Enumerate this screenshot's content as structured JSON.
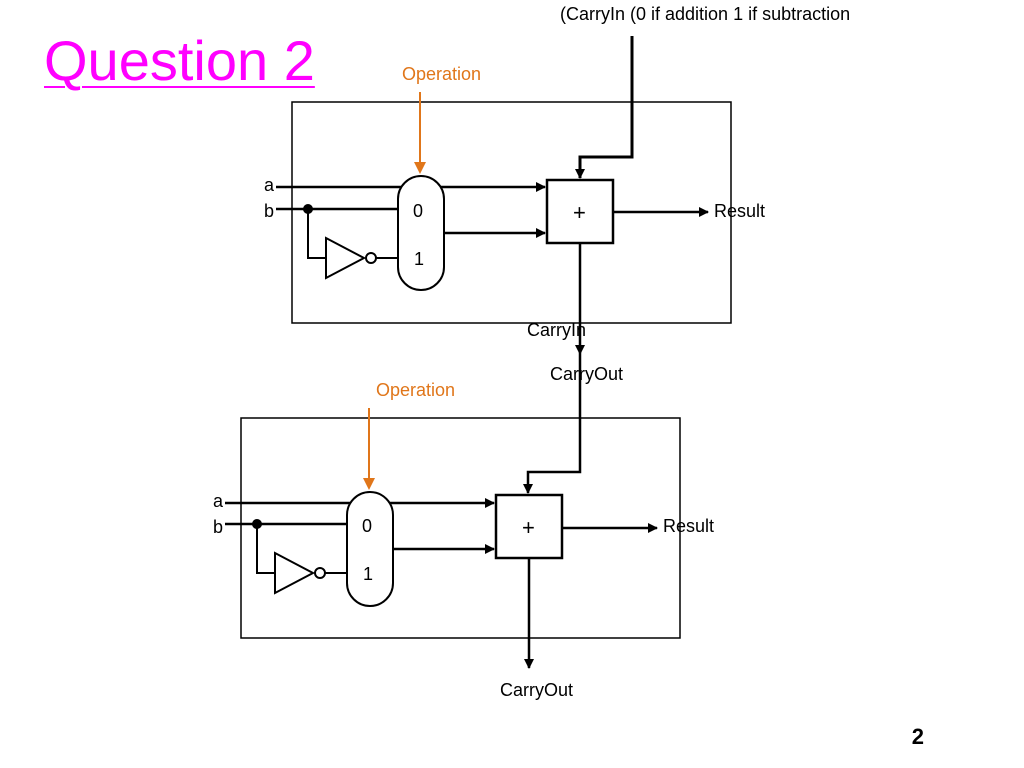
{
  "slide": {
    "title": "Question 2",
    "page_number": "2",
    "carry_in_note": "(CarryIn (0 if addition 1 if subtraction"
  },
  "colors": {
    "title": "#ff00ff",
    "operation": "#e0761a",
    "lines": "#000000"
  },
  "top_alu": {
    "operation_label": "Operation",
    "input_a": "a",
    "input_b": "b",
    "mux_in0": "0",
    "mux_in1": "1",
    "adder_symbol": "+",
    "result_label": "Result",
    "carry_in_label": "CarryIn"
  },
  "bottom_alu": {
    "operation_label": "Operation",
    "input_a": "a",
    "input_b": "b",
    "mux_in0": "0",
    "mux_in1": "1",
    "adder_symbol": "+",
    "result_label": "Result",
    "carry_in_label": "CarryOut",
    "carry_out_label": "CarryOut"
  }
}
